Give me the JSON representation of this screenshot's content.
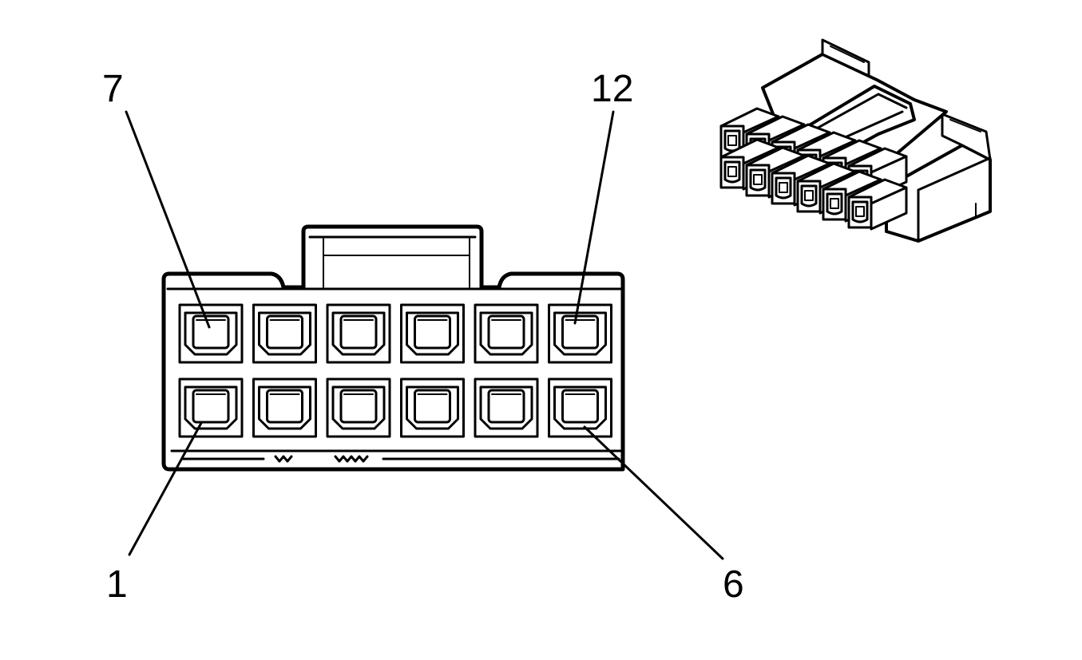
{
  "diagram": {
    "connector": {
      "rows": 2,
      "cavities_per_row": 6
    },
    "callouts": {
      "pin_top_left": "7",
      "pin_top_right": "12",
      "pin_bottom_left": "1",
      "pin_bottom_right": "6"
    },
    "colors": {
      "line": "#000000",
      "background": "#ffffff"
    }
  }
}
